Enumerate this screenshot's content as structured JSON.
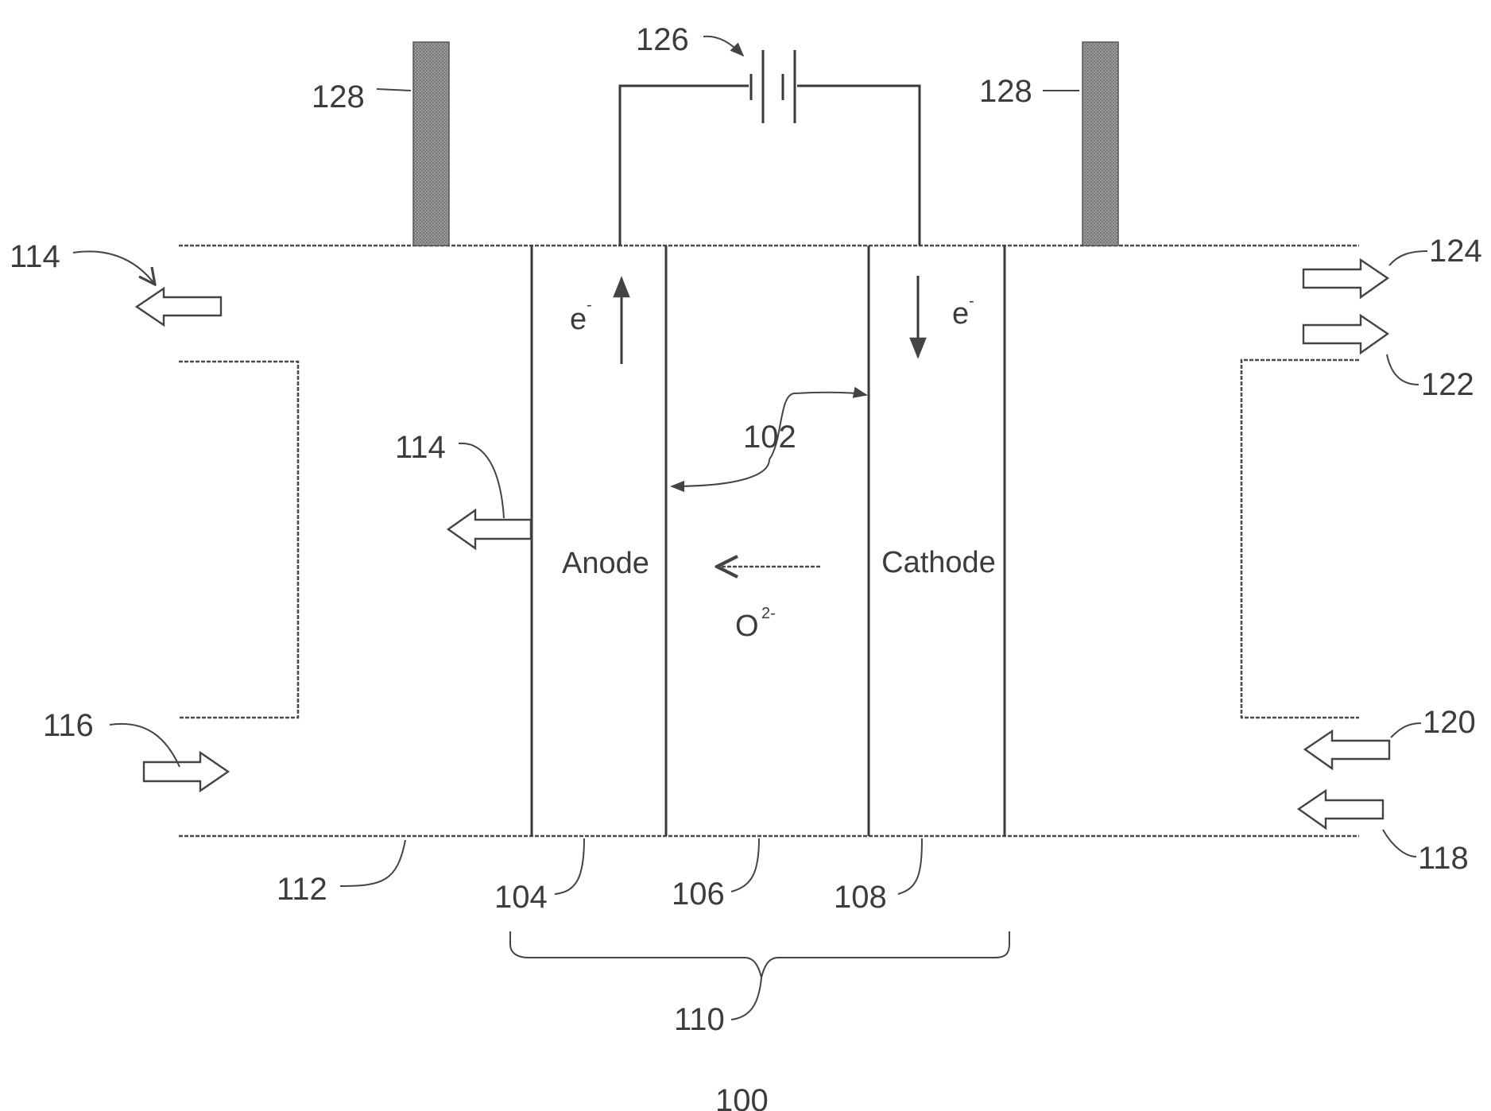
{
  "figure_number": "100",
  "layers": {
    "anode": "Anode",
    "cathode": "Cathode"
  },
  "species": {
    "electron_left": "e",
    "electron_left_sup": "-",
    "electron_right": "e",
    "electron_right_sup": "-",
    "oxide_ion": "O",
    "oxide_ion_sup": "2-"
  },
  "references": {
    "r100": "100",
    "r102": "102",
    "r104": "104",
    "r106": "106",
    "r108": "108",
    "r110": "110",
    "r112": "112",
    "r114_top": "114",
    "r114_mid": "114",
    "r116": "116",
    "r118": "118",
    "r120": "120",
    "r122": "122",
    "r124": "124",
    "r126": "126",
    "r128_left": "128",
    "r128_right": "128"
  },
  "colors": {
    "line": "#3a3a3a",
    "seal_fill": "#8a8a8a",
    "background": "#ffffff"
  }
}
